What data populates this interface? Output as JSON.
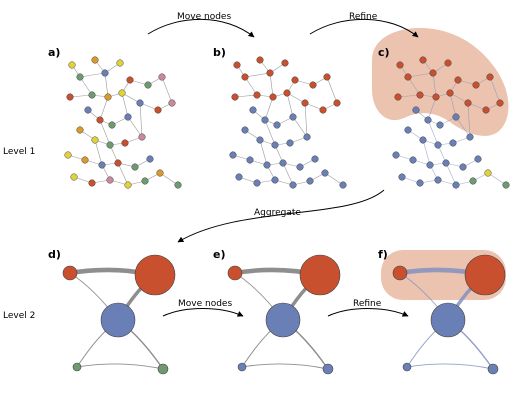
{
  "colors": {
    "red": "#c8502f",
    "blue": "#6a7fb5",
    "green": "#6e9a70",
    "yellow": "#e2d23a",
    "orange": "#d99a2b",
    "pink": "#c9899a",
    "edge": "#7a7a7a",
    "edge_blue": "#8492bf",
    "highlight": "#e7b9a1"
  },
  "levels": {
    "level1": "Level 1",
    "level2": "Level 2"
  },
  "panels": {
    "a": "a)",
    "b": "b)",
    "c": "c)",
    "d": "d)",
    "e": "e)",
    "f": "f)"
  },
  "steps": {
    "move_nodes_top": "Move nodes",
    "refine_top": "Refine",
    "aggregate": "Aggregate",
    "move_nodes_bottom": "Move nodes",
    "refine_bottom": "Refine"
  }
}
